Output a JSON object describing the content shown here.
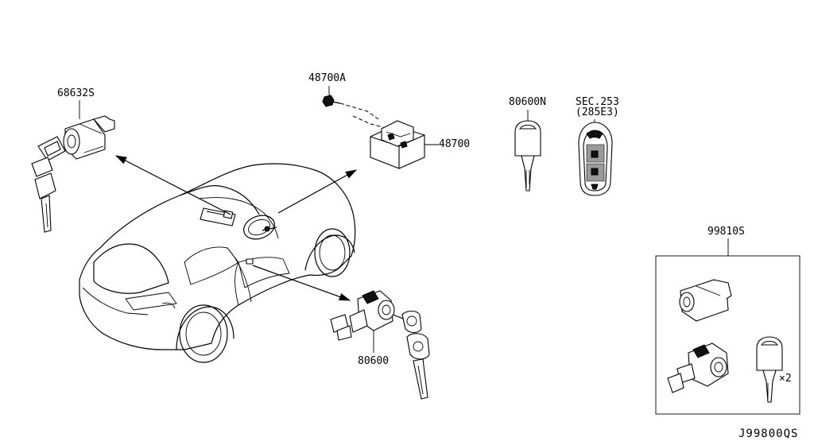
{
  "parts": {
    "ignition_cylinder": "68632S",
    "bolt": "48700A",
    "steering_lock": "48700",
    "key": "80600N",
    "intelligent_key": "SEC.253",
    "intelligent_key_sub": "(285E3)",
    "door_lock": "80600",
    "cylinder_set": "99810S",
    "key_quantity": "×2"
  },
  "diagram_code": "J99800QS"
}
